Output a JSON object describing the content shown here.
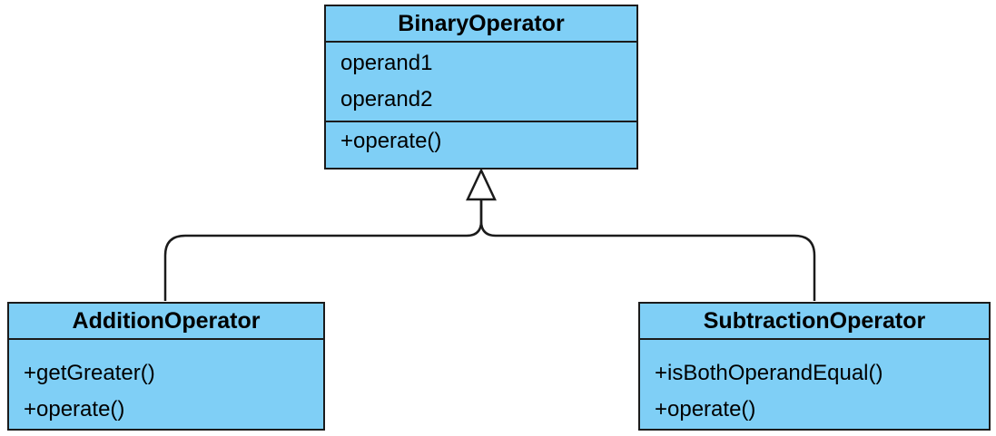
{
  "colors": {
    "class_fill": "#7fcff6",
    "stroke": "#1b1b1b",
    "text": "#000000"
  },
  "classes": {
    "binary_operator": {
      "name": "BinaryOperator",
      "attributes": [
        "operand1",
        "operand2"
      ],
      "methods": [
        "+operate()"
      ]
    },
    "addition_operator": {
      "name": "AdditionOperator",
      "methods": [
        "+getGreater()",
        "+operate()"
      ]
    },
    "subtraction_operator": {
      "name": "SubtractionOperator",
      "methods": [
        "+isBothOperandEqual()",
        "+operate()"
      ]
    }
  },
  "relations": [
    {
      "type": "generalization",
      "from": "addition_operator",
      "to": "binary_operator"
    },
    {
      "type": "generalization",
      "from": "subtraction_operator",
      "to": "binary_operator"
    }
  ]
}
